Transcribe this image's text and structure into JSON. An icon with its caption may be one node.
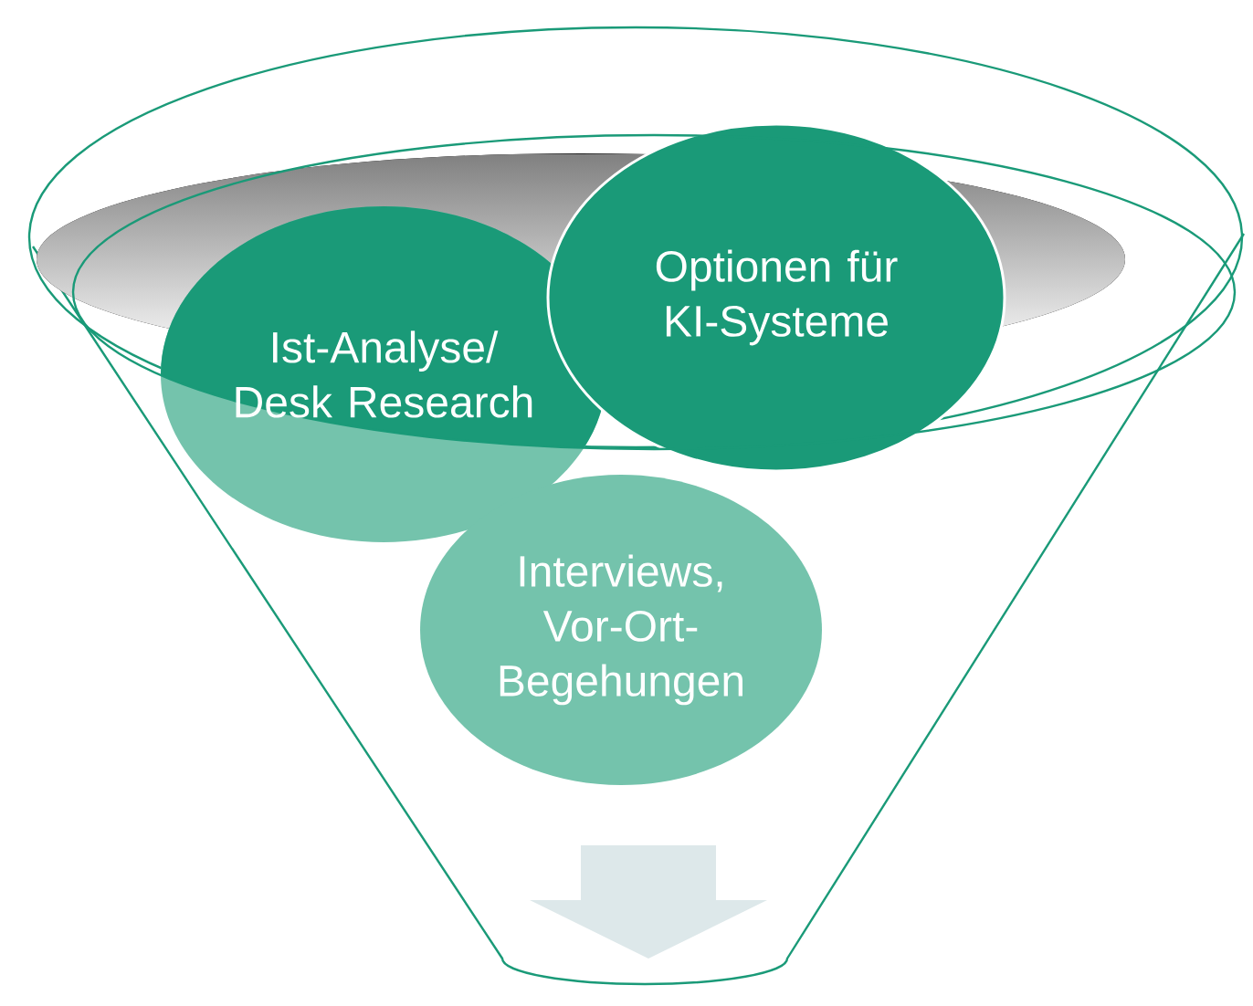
{
  "diagram": {
    "nodes": [
      {
        "text": [
          "Ist-Analyse/ Desk Research"
        ]
      },
      {
        "text": [
          "Optionen für KI-Systeme"
        ]
      },
      {
        "text": [
          "Interviews, Vor-Ort-Begehungen"
        ]
      }
    ]
  }
}
